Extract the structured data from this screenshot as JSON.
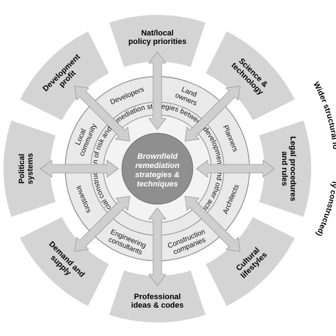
{
  "center": {
    "lines": [
      "Brownfield",
      "remediation",
      "strategies &",
      "techniques"
    ]
  },
  "middle_ring_text": "Social construction of risk and remediation strategies between development and other actors",
  "outer_ring_text": "Wider structural forces (socially constructed)",
  "outer_ring_visible_parts": [
    "Wider structural fo",
    "...",
    "ly constructed)"
  ],
  "actors": [
    {
      "id": "developers",
      "lines": [
        "Developers"
      ]
    },
    {
      "id": "land-owners",
      "lines": [
        "Land",
        "owners"
      ]
    },
    {
      "id": "planners",
      "lines": [
        "Planners"
      ]
    },
    {
      "id": "architects",
      "lines": [
        "Architects"
      ]
    },
    {
      "id": "construction-companies",
      "lines": [
        "Construction",
        "companies"
      ]
    },
    {
      "id": "engineering-consultants",
      "lines": [
        "Engineering",
        "consultants"
      ]
    },
    {
      "id": "investors",
      "lines": [
        "Investors"
      ]
    },
    {
      "id": "local-community",
      "lines": [
        "Local",
        "community"
      ]
    }
  ],
  "forces": [
    {
      "id": "nat-local-policy-priorities",
      "lines": [
        "Nat/local",
        "policy priorities"
      ]
    },
    {
      "id": "science-technology",
      "lines": [
        "Science &",
        "technology"
      ]
    },
    {
      "id": "legal-procedures-and-rules",
      "lines": [
        "Legal procedures",
        "and rules"
      ]
    },
    {
      "id": "cultural-lifestyles",
      "lines": [
        "Cultural",
        "lifestyles"
      ]
    },
    {
      "id": "professional-ideas-codes",
      "lines": [
        "Professional",
        "ideas & codes"
      ]
    },
    {
      "id": "demand-and-supply",
      "lines": [
        "Demand and",
        "supply"
      ]
    },
    {
      "id": "political-systems",
      "lines": [
        "Political",
        "systems"
      ]
    },
    {
      "id": "development-profit",
      "lines": [
        "Development",
        "profit"
      ]
    }
  ],
  "colors": {
    "segment_fill": "#d4d4d4",
    "segment_stroke": "#ffffff",
    "ring_fill": "#e9e9e9",
    "ring_stroke": "#8c8c8c",
    "center_fill": "#8f8f8f",
    "arrow_fill": "#cfcfcf",
    "arrow_stroke": "#9a9a9a",
    "text": "#000000",
    "center_text": "#ffffff"
  }
}
